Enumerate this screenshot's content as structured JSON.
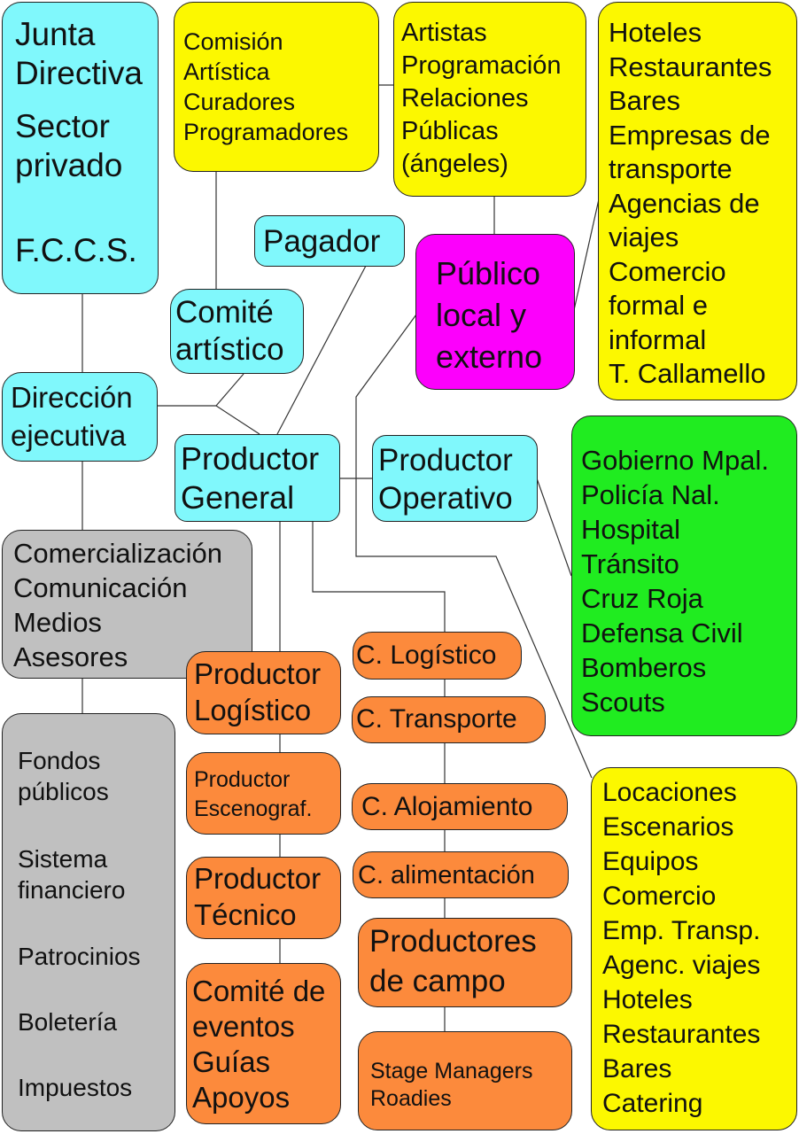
{
  "colors": {
    "cyan": "#80f8fc",
    "yellow": "#fcf800",
    "magenta": "#fc00fc",
    "green": "#20ec20",
    "orange": "#fc8a3c",
    "gray": "#c0c0c0"
  },
  "junta": {
    "line1": "Junta",
    "line2": "Directiva",
    "line3": "Sector",
    "line4": "privado",
    "line5": "F.C.C.S."
  },
  "comision": [
    "Comisión",
    "Artística",
    "Curadores",
    "Programadores"
  ],
  "artistas": [
    "Artistas",
    "Programación",
    "Relaciones",
    "Públicas",
    "(ángeles)"
  ],
  "hoteles": [
    "Hoteles",
    "Restaurantes",
    "Bares",
    "Empresas de",
    "transporte",
    "Agencias de",
    "viajes",
    "Comercio",
    "formal e",
    "informal",
    "T. Callamello"
  ],
  "pagador": "Pagador",
  "publico": [
    "Público",
    "local y",
    "externo"
  ],
  "comite_artistico": [
    "Comité",
    "artístico"
  ],
  "direccion": [
    "Dirección",
    "ejecutiva"
  ],
  "productor_general": [
    "Productor",
    "General"
  ],
  "productor_operativo": [
    "Productor",
    "Operativo"
  ],
  "gobierno": [
    "Gobierno Mpal.",
    "Policía Nal.",
    "Hospital",
    "Tránsito",
    "Cruz Roja",
    "Defensa Civil",
    "Bomberos",
    "Scouts"
  ],
  "comercializacion": [
    "Comercialización",
    "Comunicación",
    "Medios",
    "Asesores"
  ],
  "fondos": {
    "item1_a": "Fondos",
    "item1_b": "públicos",
    "item2_a": "Sistema",
    "item2_b": "financiero",
    "item3": "Patrocinios",
    "item4": "Boletería",
    "item5": "Impuestos"
  },
  "productor_logistico": [
    "Productor",
    "Logístico"
  ],
  "productor_escenograf": [
    "Productor",
    "Escenograf."
  ],
  "productor_tecnico": [
    "Productor",
    "Técnico"
  ],
  "comite_eventos": [
    "Comité de",
    "eventos",
    "Guías",
    "Apoyos"
  ],
  "c_logistico": "C. Logístico",
  "c_transporte": "C. Transporte",
  "c_alojamiento": "C. Alojamiento",
  "c_alimentacion": "C. alimentación",
  "productores_campo": [
    "Productores",
    "de campo"
  ],
  "stage": [
    "Stage Managers",
    "Roadies"
  ],
  "locaciones": [
    "Locaciones",
    "Escenarios",
    "Equipos",
    "Comercio",
    "Emp. Transp.",
    "Agenc. viajes",
    "Hoteles",
    "Restaurantes",
    "Bares",
    "Catering"
  ]
}
